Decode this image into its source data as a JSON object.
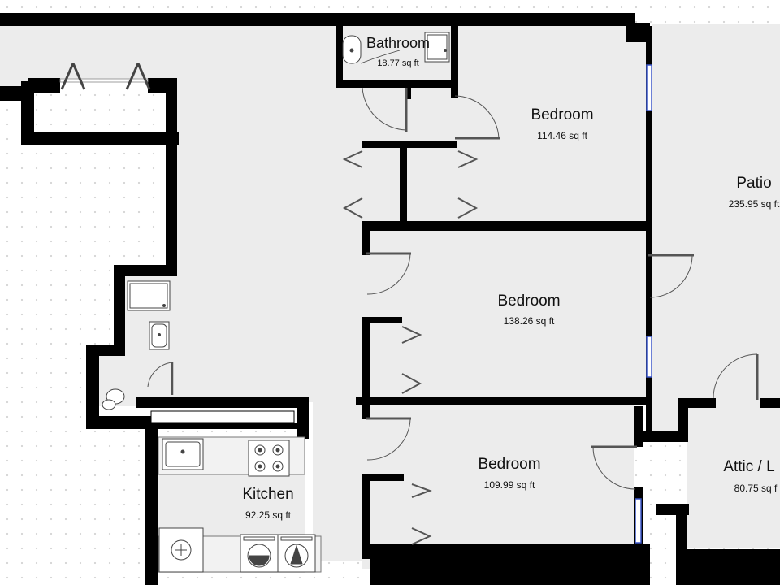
{
  "plan": {
    "rooms": [
      {
        "id": "bathroom",
        "name": "Bathroom",
        "area": "18.77 sq ft"
      },
      {
        "id": "bedroom-1",
        "name": "Bedroom",
        "area": "114.46 sq ft"
      },
      {
        "id": "patio",
        "name": "Patio",
        "area": "235.95 sq ft"
      },
      {
        "id": "bedroom-2",
        "name": "Bedroom",
        "area": "138.26 sq ft"
      },
      {
        "id": "kitchen",
        "name": "Kitchen",
        "area": "92.25 sq ft"
      },
      {
        "id": "bedroom-3",
        "name": "Bedroom",
        "area": "109.99 sq ft"
      },
      {
        "id": "attic",
        "name": "Attic / L",
        "area": "80.75 sq f"
      }
    ],
    "colors": {
      "wall": "#000000",
      "floor": "#ececec",
      "window": "#3a56c8",
      "background": "#ffffff",
      "fixture_stroke": "#444444",
      "door": "#555555"
    },
    "icons": [
      "sink-icon",
      "shower-icon",
      "toilet-icon",
      "stove-icon",
      "washer-icon",
      "boiler-icon",
      "door-swing-icon",
      "closet-door-icon"
    ]
  }
}
